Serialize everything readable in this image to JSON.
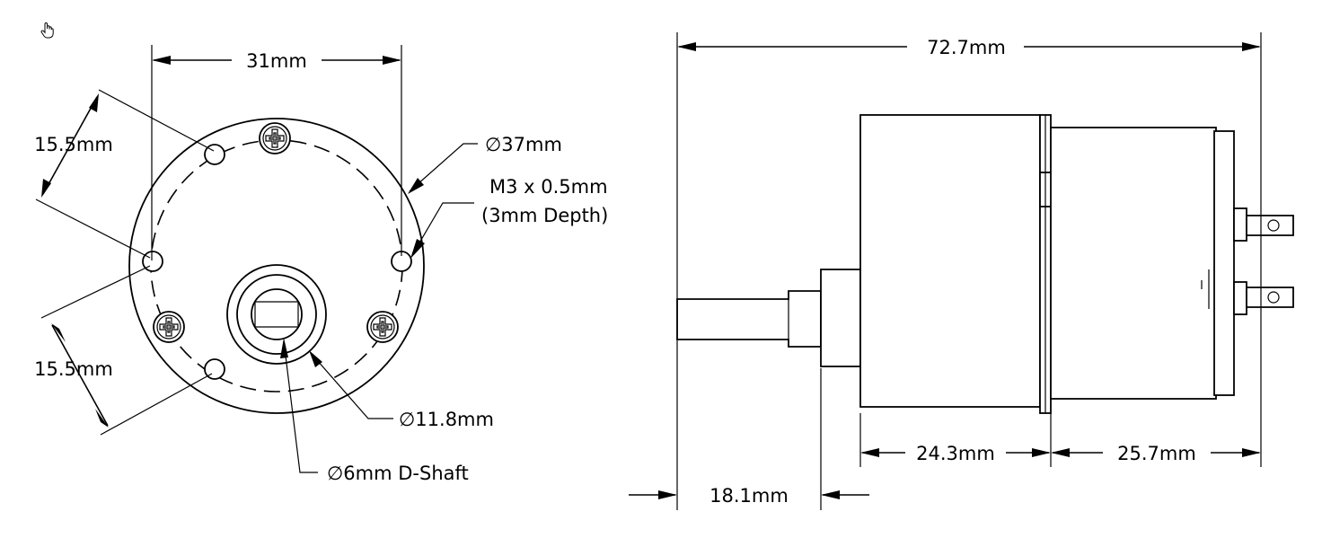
{
  "diagram": {
    "front_view": {
      "width_dim": "31mm",
      "upper_radial_dim": "15.5mm",
      "lower_radial_dim": "15.5mm",
      "outer_diameter": "∅37mm",
      "mount_thread_line1": "M3 x 0.5mm",
      "mount_thread_line2": "(3mm Depth)",
      "boss_diameter": "∅11.8mm",
      "shaft_label": "∅6mm D-Shaft"
    },
    "side_view": {
      "overall_length": "72.7mm",
      "gearbox_length": "24.3mm",
      "motor_length": "25.7mm",
      "shaft_length": "18.1mm"
    }
  },
  "cursor": {
    "icon": "hand-pointer-icon"
  }
}
